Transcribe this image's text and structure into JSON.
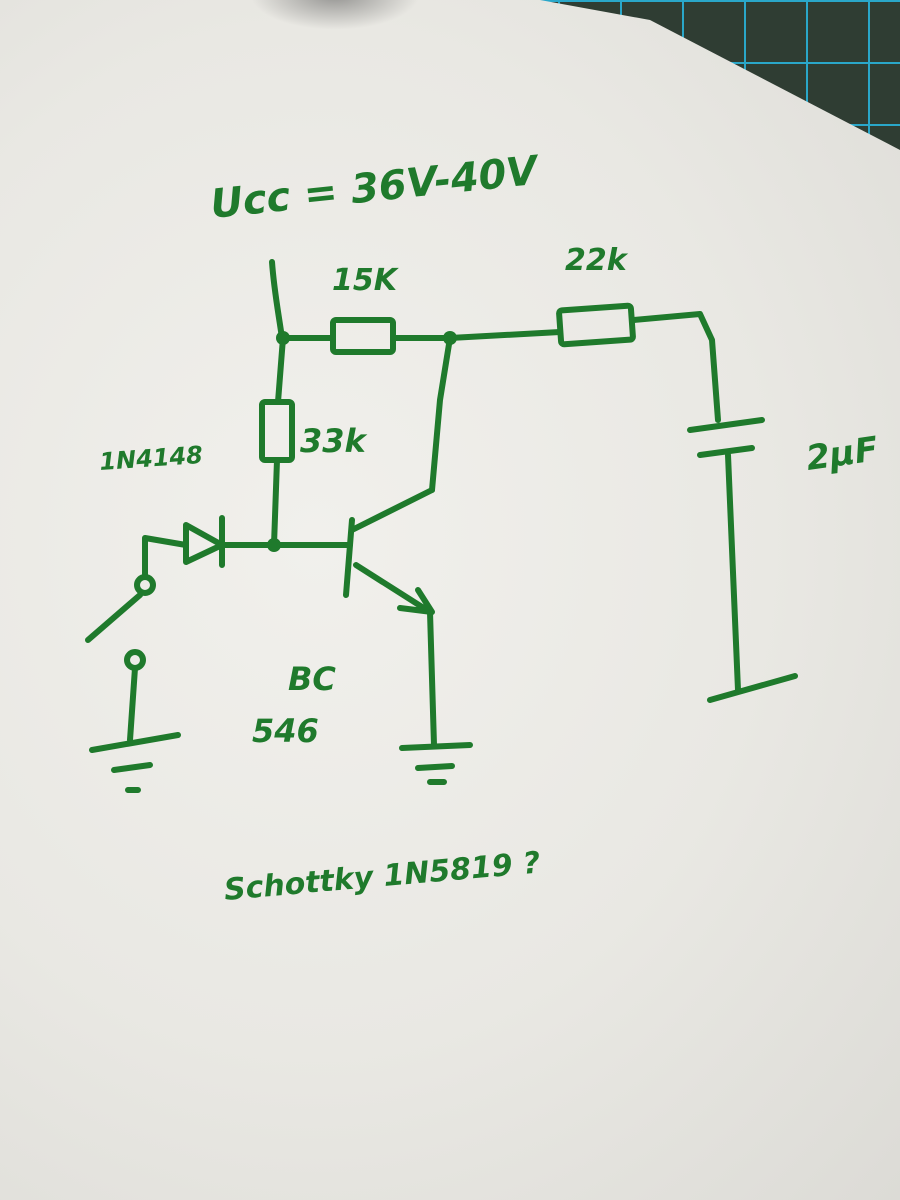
{
  "labels": {
    "supply": "Ucc = 36V-40V",
    "r1": "15K",
    "r2": "22k",
    "r3": "33k",
    "diode": "1N4148",
    "capacitor": "2μF",
    "transistor_line1": "BC",
    "transistor_line2": "546",
    "note": "Schottky 1N5819 ?"
  },
  "colors": {
    "ink": "#1f7a2c",
    "paper": "#ecebe6",
    "mat_grid": "#2aa7c9"
  }
}
